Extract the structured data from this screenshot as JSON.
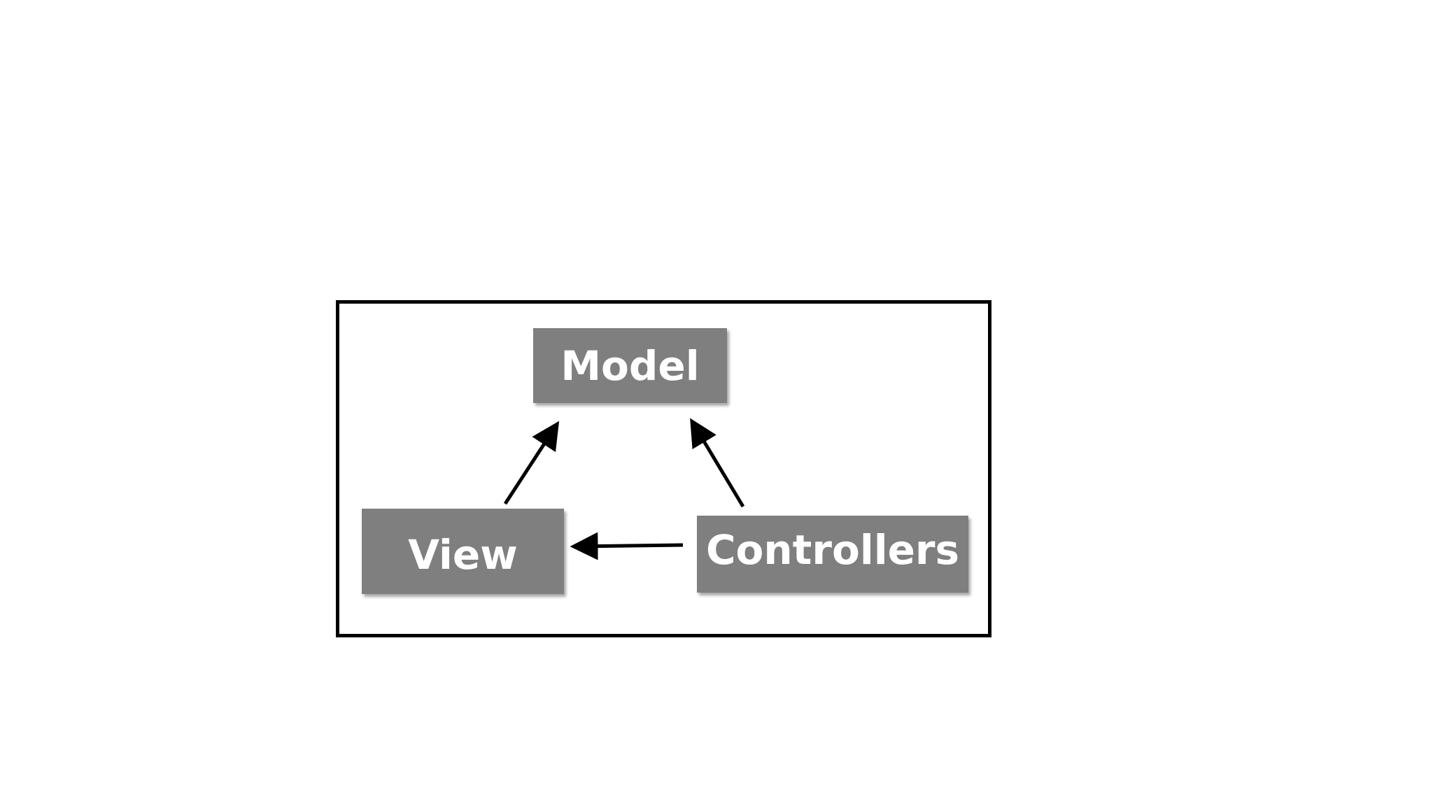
{
  "diagram": {
    "nodes": {
      "model": "Model",
      "view": "View",
      "controllers": "Controllers"
    },
    "edges": [
      {
        "from": "view",
        "to": "model"
      },
      {
        "from": "controllers",
        "to": "model"
      },
      {
        "from": "controllers",
        "to": "view"
      }
    ]
  },
  "colors": {
    "node_fill": "#7f7f7f",
    "node_text": "#ffffff",
    "border": "#000000",
    "arrow": "#000000"
  }
}
